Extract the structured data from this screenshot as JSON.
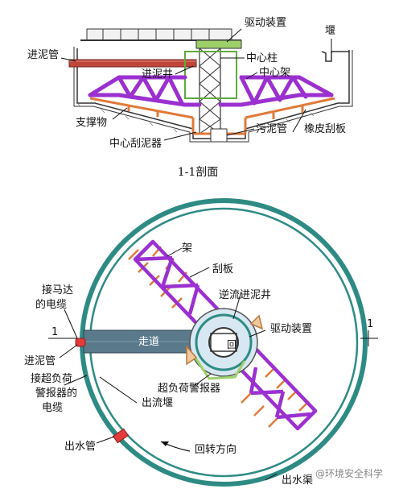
{
  "section": {
    "title": "1-1剖面",
    "labels": {
      "drive": "驱动装置",
      "weir": "堰",
      "inlet_pipe": "进泥管",
      "center_column": "中心柱",
      "inlet_well": "进泥井",
      "center_frame": "中心架",
      "support": "支撑物",
      "sludge_pipe": "污泥管",
      "rubber_scraper": "橡皮刮板",
      "center_scraper": "中心刮泥器"
    }
  },
  "plan": {
    "labels": {
      "frame": "架",
      "scraper": "刮板",
      "reverse_inlet_well": "逆流进泥井",
      "motor_cable": "接马达\n的电缆",
      "walkway": "走道",
      "drive": "驱动装置",
      "inlet_pipe": "进泥管",
      "overload_cable": "接超负荷\n警报器的\n电缆",
      "overflow_weir": "出流堰",
      "overload_alarm": "超负荷警报器",
      "outlet_pipe": "出水管",
      "rotation": "回转方向",
      "channel": "出水渠",
      "section_mark": "1"
    }
  },
  "watermark": "@环境安全科学",
  "colors": {
    "purple": "#9b30d0",
    "orange": "#e07a3a",
    "teal": "#2e8b84",
    "walkway": "#5a7a8c",
    "red": "#e23b3b",
    "green": "#9ed06a"
  }
}
